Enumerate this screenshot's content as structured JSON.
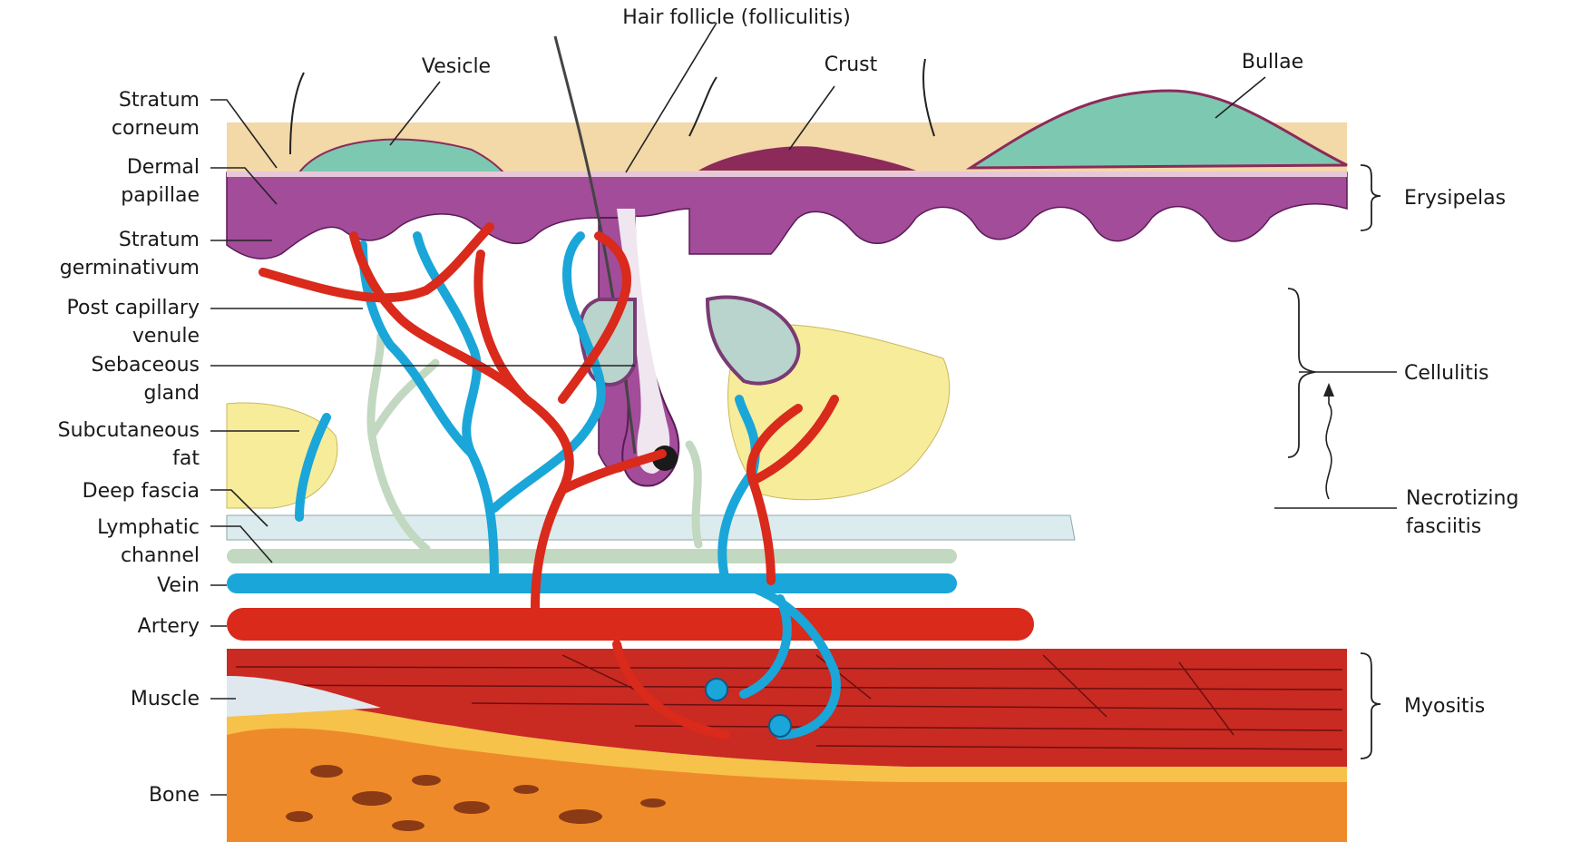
{
  "top_labels": {
    "hair_follicle": "Hair follicle (folliculitis)",
    "vesicle": "Vesicle",
    "crust": "Crust",
    "bullae": "Bullae"
  },
  "left_labels": {
    "stratum_corneum": [
      "Stratum",
      "corneum"
    ],
    "dermal_papillae": [
      "Dermal",
      "papillae"
    ],
    "stratum_germinativum": [
      "Stratum",
      "germinativum"
    ],
    "post_capillary_venule": [
      "Post capillary",
      "venule"
    ],
    "sebaceous_gland": [
      "Sebaceous",
      "gland"
    ],
    "subcutaneous_fat": [
      "Subcutaneous",
      "fat"
    ],
    "deep_fascia": "Deep fascia",
    "lymphatic_channel": [
      "Lymphatic",
      "channel"
    ],
    "vein": "Vein",
    "artery": "Artery",
    "muscle": "Muscle",
    "bone": "Bone"
  },
  "right_labels": {
    "erysipelas": "Erysipelas",
    "cellulitis": "Cellulitis",
    "necrotizing_fasciitis": [
      "Necrotizing",
      "fasciitis"
    ],
    "myositis": "Myositis"
  },
  "colors": {
    "epidermis": "#f3d8a8",
    "dermis": "#a24c9a",
    "vesicle": "#7dc8b0",
    "crust": "#8c2a5a",
    "artery": "#d92a1c",
    "vein": "#1aa6d8",
    "lymphatic": "#c2d8c0",
    "fat": "#f7ec9a",
    "fascia": "#dcecee",
    "muscle": "#c92a22",
    "bone": "#ef8a2a",
    "periosteum": "#f6c24a"
  }
}
